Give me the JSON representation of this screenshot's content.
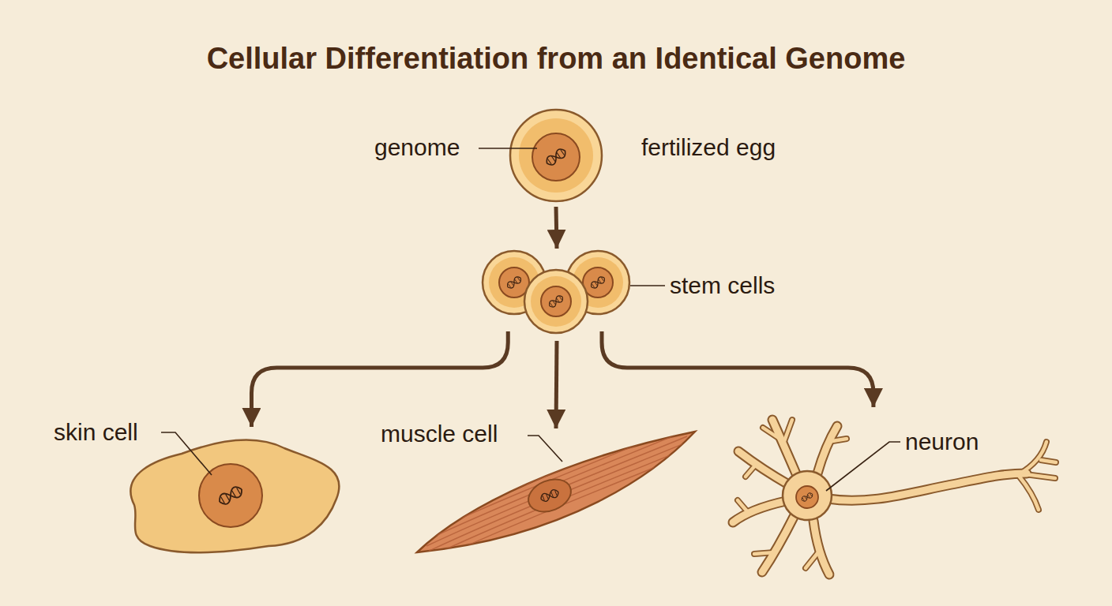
{
  "diagram": {
    "title": "Cellular Differentiation from an Identical Genome",
    "nodes": [
      {
        "text": [
          "fertilized egg"
        ]
      },
      {
        "text": [
          "stem cells"
        ]
      },
      {
        "text": [
          "skin cell"
        ]
      },
      {
        "text": [
          "muscle cell"
        ]
      },
      {
        "text": [
          "neuron"
        ]
      }
    ],
    "edges": [
      {
        "from": 0,
        "to": 1,
        "arrow": "to"
      },
      {
        "from": 1,
        "to": 2,
        "arrow": "to"
      },
      {
        "from": 1,
        "to": 3,
        "arrow": "to"
      },
      {
        "from": 1,
        "to": 4,
        "arrow": "to"
      }
    ],
    "labels": [
      "genome"
    ]
  }
}
